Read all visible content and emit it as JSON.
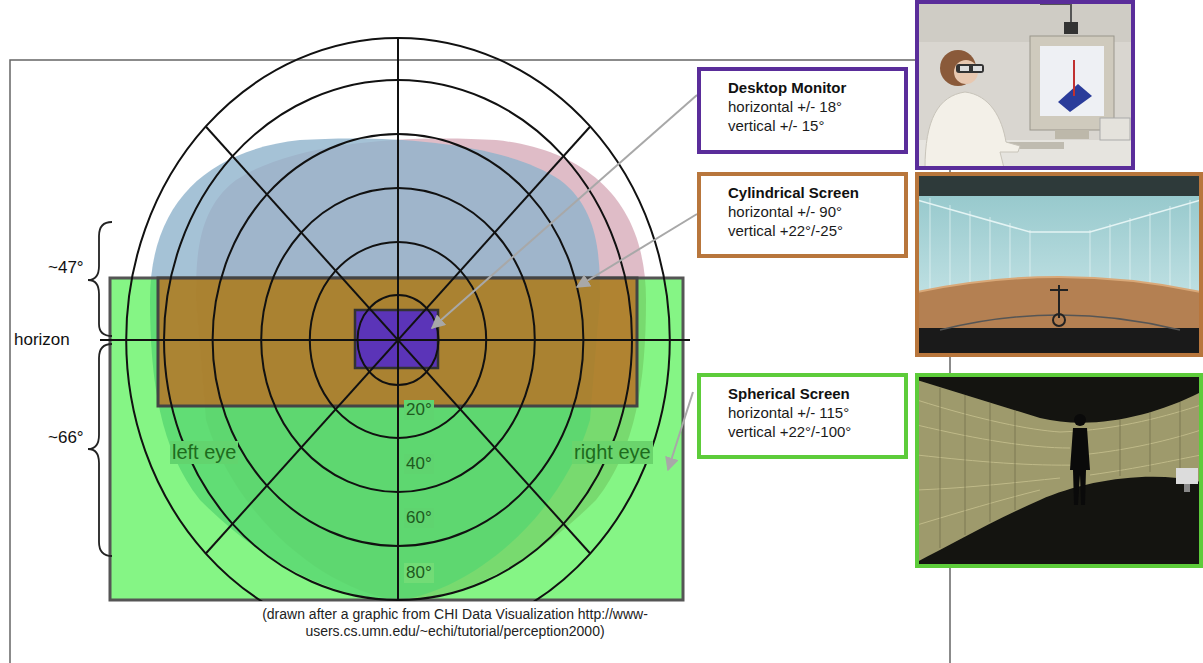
{
  "diagram": {
    "caption": "(drawn after a graphic from CHI Data Visualization http://www-users.cs.umn.edu/~echi/tutorial/perception2000)",
    "nodes": [
      {
        "text": [
          "Desktop Monitor",
          "horizontal +/- 18°",
          "vertical +/- 15°"
        ]
      },
      {
        "text": [
          "Cylindrical Screen",
          "horizontal +/- 90°",
          "vertical +22°/-25°"
        ]
      },
      {
        "text": [
          "Spherical Screen",
          "horizontal +/- 115°",
          "vertical +22°/-100°"
        ]
      }
    ],
    "labels": [
      "~47°",
      "horizon",
      "~66°",
      "20°",
      "40°",
      "60°",
      "80°",
      "left eye",
      "right eye"
    ]
  }
}
